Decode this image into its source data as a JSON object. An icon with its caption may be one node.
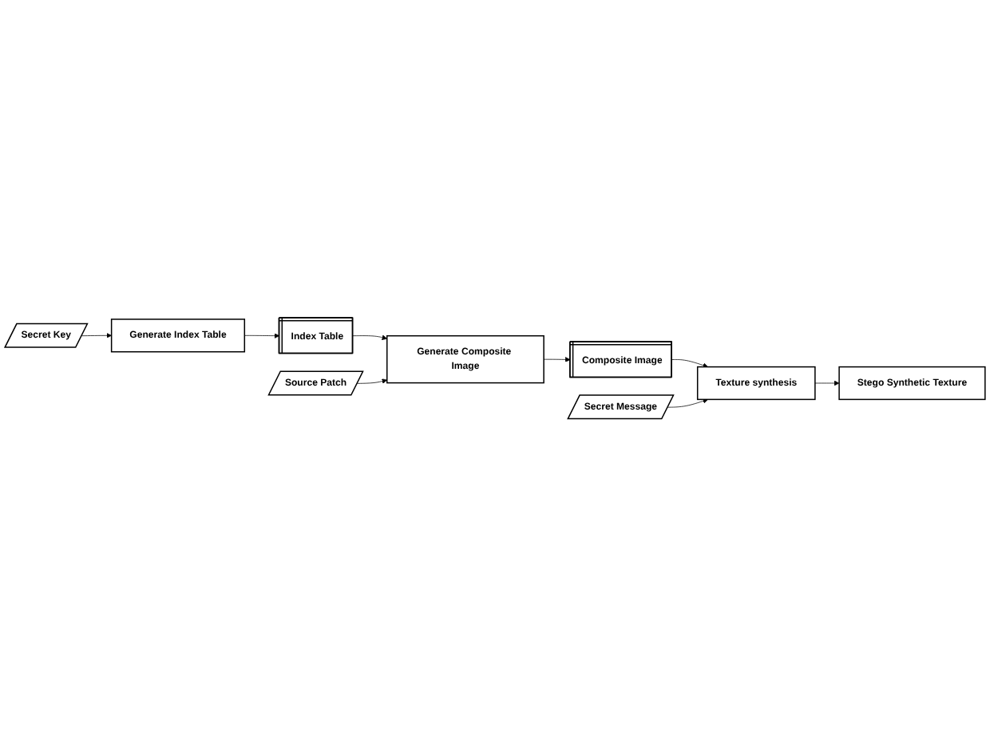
{
  "diagram": {
    "nodes": [
      {
        "text": [
          "Secret Key"
        ]
      },
      {
        "text": [
          "Generate Index Table"
        ]
      },
      {
        "text": [
          "Index Table"
        ]
      },
      {
        "text": [
          "Source Patch"
        ]
      },
      {
        "text": [
          "Generate Composite Image"
        ]
      },
      {
        "text": [
          "Composite Image"
        ]
      },
      {
        "text": [
          "Secret Message"
        ]
      },
      {
        "text": [
          "Texture synthesis"
        ]
      },
      {
        "text": [
          "Stego Synthetic Texture"
        ]
      }
    ],
    "edges": [
      {
        "from": 0,
        "to": 1,
        "arrow": "to"
      },
      {
        "from": 1,
        "to": 2,
        "arrow": "to"
      },
      {
        "from": 2,
        "to": 4,
        "arrow": "to"
      },
      {
        "from": 3,
        "to": 4,
        "arrow": "to"
      },
      {
        "from": 4,
        "to": 5,
        "arrow": "to"
      },
      {
        "from": 5,
        "to": 7,
        "arrow": "to"
      },
      {
        "from": 6,
        "to": 7,
        "arrow": "to"
      },
      {
        "from": 7,
        "to": 8,
        "arrow": "to"
      }
    ]
  }
}
